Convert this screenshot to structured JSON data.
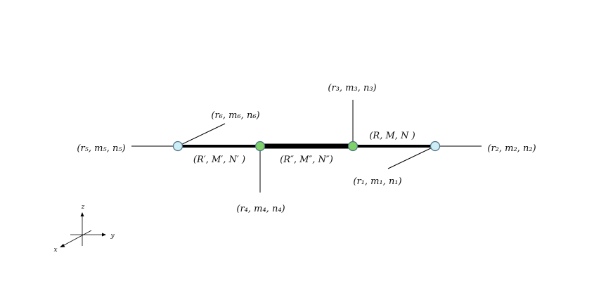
{
  "labels": {
    "r1": "(r₁, m₁, n₁)",
    "r2": "(r₂, m₂, n₂)",
    "r3": "(r₃, m₃, n₃)",
    "r4": "(r₄, m₄, n₄)",
    "r5": "(r₅, m₅, n₅)",
    "r6": "(r₆, m₆, n₆)",
    "seg_right": "(R, M, N )",
    "seg_middle": "(R″, M″, N″)",
    "seg_left": "(R′, M′, N′ )"
  },
  "axes": {
    "x": "x",
    "y": "y",
    "z": "z"
  },
  "colors": {
    "line": "#000000",
    "end_node_fill": "#cdeef7",
    "inner_node_fill": "#7fd16a",
    "node_stroke": "#4a6f84"
  }
}
